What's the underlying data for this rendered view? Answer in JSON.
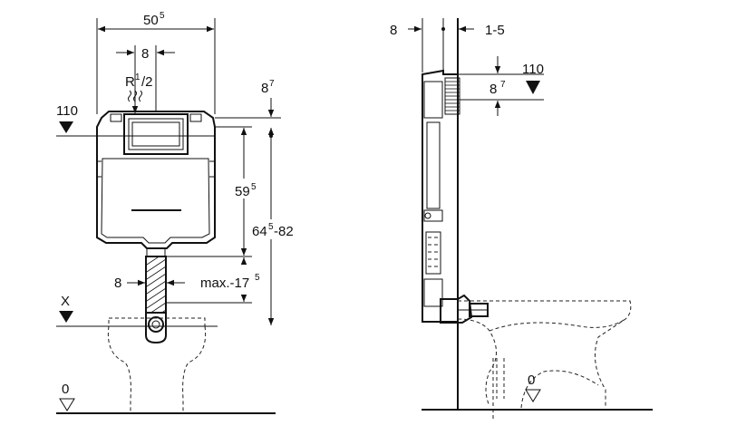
{
  "front_view": {
    "width_dim": {
      "main": "50",
      "sup": "5"
    },
    "connection_dim": "8",
    "water_inlet": {
      "prefix": "R",
      "sup": "1",
      "suffix": "/2"
    },
    "top_clearance": {
      "main": "8",
      "sup": "7"
    },
    "left_level_110": "110",
    "left_level_x": "X",
    "height_595": {
      "main": "59",
      "sup": "5"
    },
    "height_range": {
      "main": "64",
      "sup": "5",
      "suffix": "-82"
    },
    "flush_pipe_dim": "8",
    "max_dim": {
      "prefix": "max.-17",
      "sup": "5"
    },
    "floor_level": "0"
  },
  "side_view": {
    "frame_depth": "8",
    "wall_gap": "1-5",
    "level_110": "110",
    "top_clearance": {
      "main": "8",
      "sup": "7"
    },
    "floor_level": "0"
  }
}
